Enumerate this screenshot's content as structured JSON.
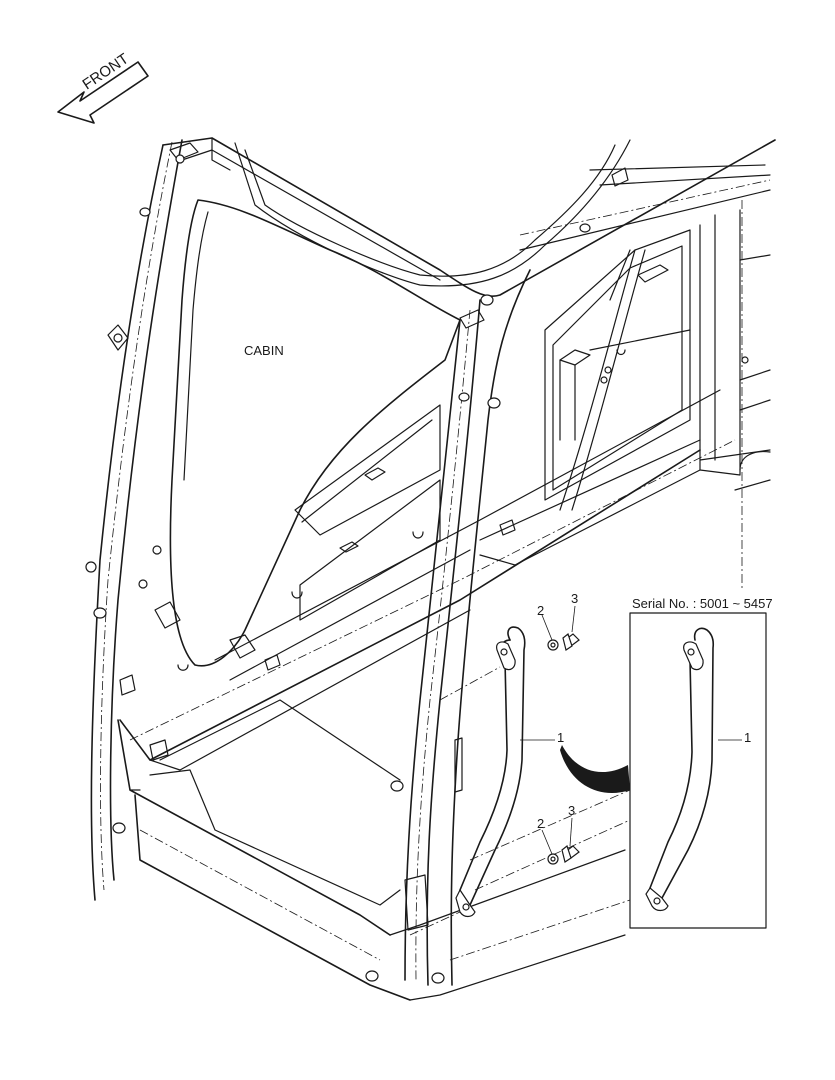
{
  "labels": {
    "front": "FRONT",
    "cabin": "CABIN",
    "serial_range": "Serial No. : 5001 ~ 5457"
  },
  "callouts": {
    "main_handrail": "1",
    "main_washer_top": "2",
    "main_bolt_top": "3",
    "main_washer_bottom": "2",
    "main_bolt_bottom": "3",
    "inset_handrail": "1"
  },
  "colors": {
    "line": "#1a1a1a",
    "background": "#ffffff"
  }
}
